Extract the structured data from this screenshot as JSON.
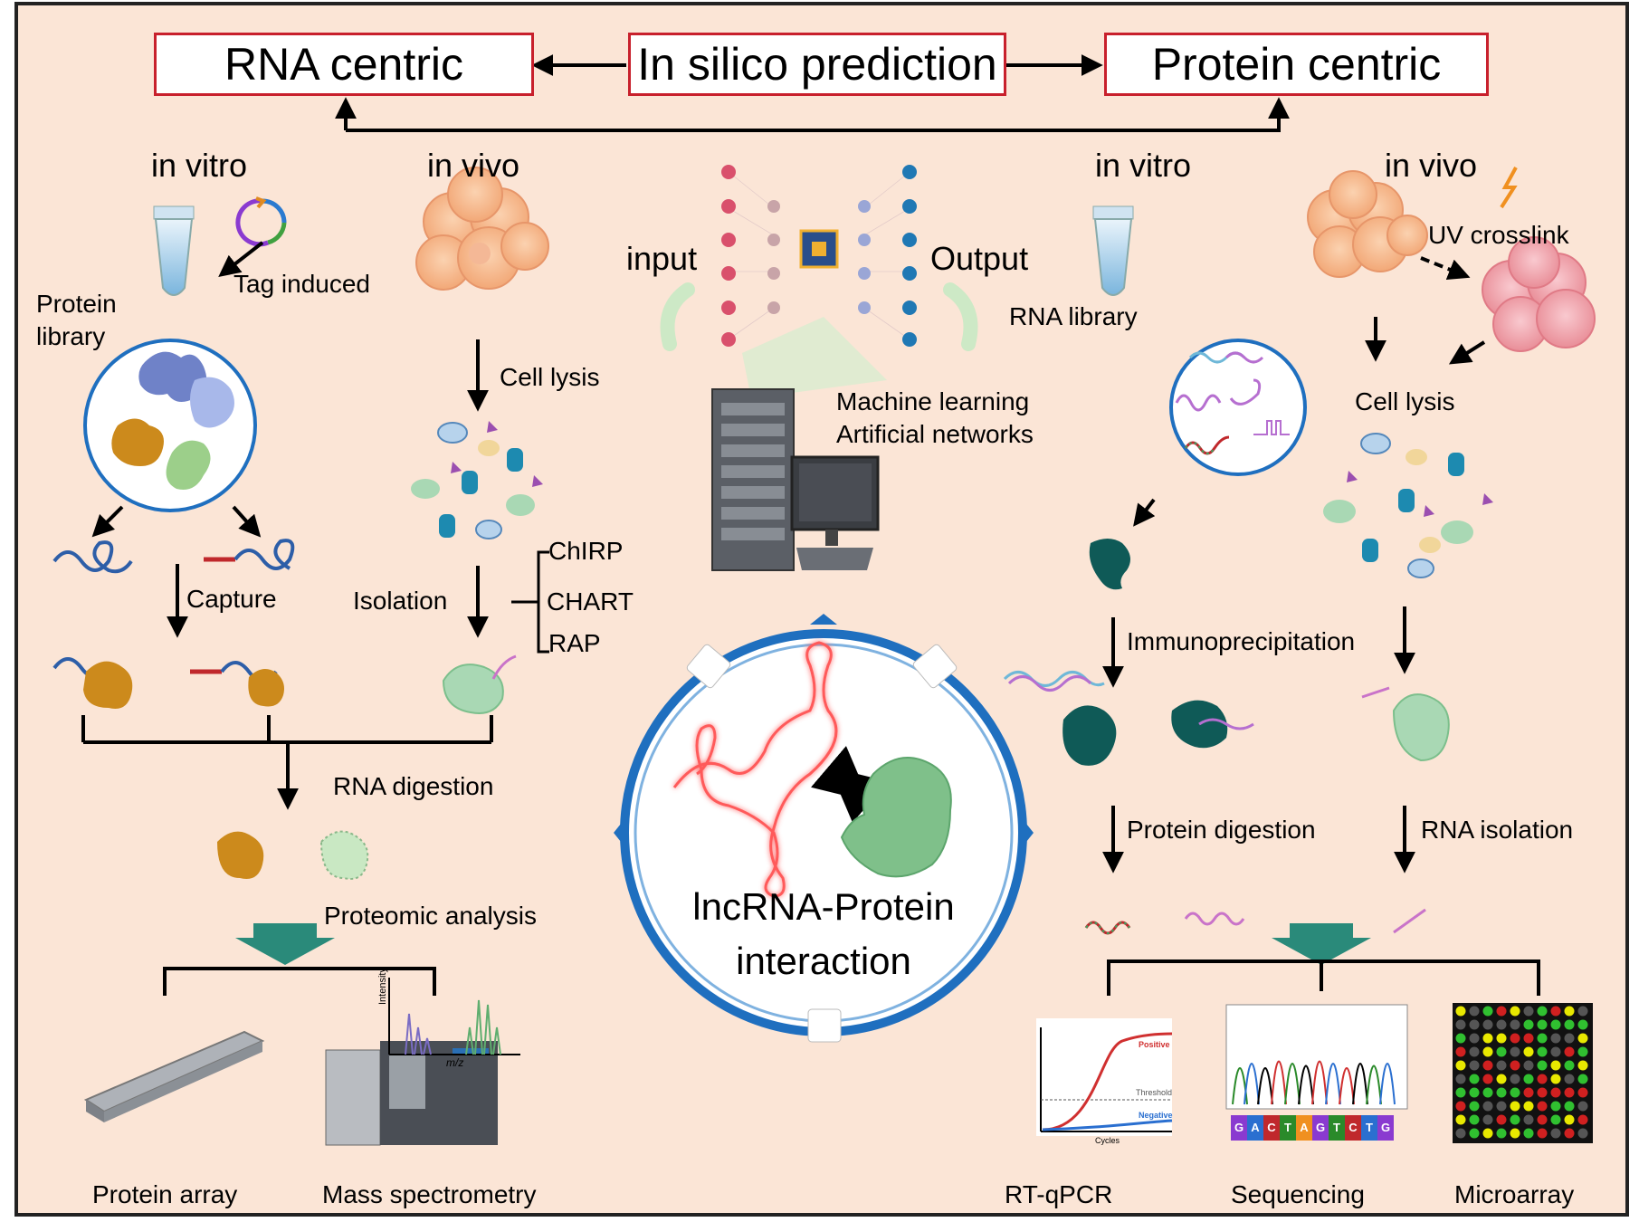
{
  "top_boxes": {
    "rna_centric": "RNA centric",
    "in_silico": "In silico prediction",
    "protein_centric": "Protein centric"
  },
  "left": {
    "in_vitro": "in vitro",
    "in_vivo": "in vivo",
    "tag_induced": "Tag induced",
    "protein_library": "Protein\nlibrary",
    "cell_lysis": "Cell lysis",
    "capture": "Capture",
    "isolation": "Isolation",
    "methods": [
      "ChIRP",
      "CHART",
      "RAP"
    ],
    "rna_digestion": "RNA digestion",
    "proteomic_analysis": "Proteomic analysis",
    "protein_array": "Protein array",
    "mass_spectrometry": "Mass spectrometry",
    "ms_axis_y": "Intensity",
    "ms_axis_x": "m/z"
  },
  "center": {
    "input": "input",
    "output": "Output",
    "machine_learning": "Machine learning",
    "artificial_networks": "Artificial networks",
    "title_line1": "lncRNA-Protein",
    "title_line2": "interaction"
  },
  "right": {
    "in_vitro": "in vitro",
    "in_vivo": "in vivo",
    "uv_crosslink": "UV crosslink",
    "rna_library": "RNA library",
    "cell_lysis": "Cell lysis",
    "immunoprecipitation": "Immunoprecipitation",
    "protein_digestion": "Protein digestion",
    "rna_isolation": "RNA isolation",
    "rt_qpcr": "RT-qPCR",
    "sequencing": "Sequencing",
    "microarray": "Microarray",
    "qpcr_positive": "Positive",
    "qpcr_threshold": "Threshold",
    "qpcr_negative": "Negative",
    "qpcr_cycles": "Cycles",
    "seq_bases": [
      "G",
      "A",
      "C",
      "T",
      "A",
      "G",
      "T",
      "C",
      "T",
      "G"
    ]
  },
  "colors": {
    "background": "#fbe5d6",
    "box_border": "#c8202c",
    "circle_blue": "#1f6fbf",
    "teal": "#2a8a7a",
    "protein_orange": "#cc8a1c",
    "protein_green": "#9ccf8a",
    "protein_dark": "#0f5a57"
  }
}
